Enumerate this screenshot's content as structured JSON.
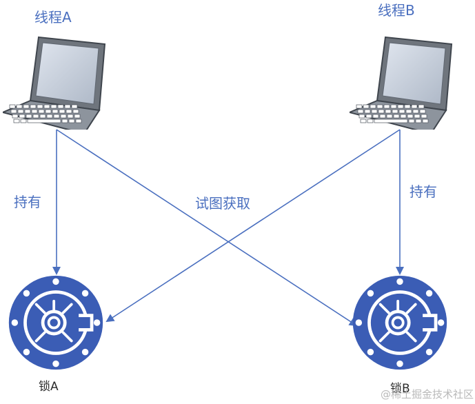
{
  "diagram": {
    "nodes": {
      "thread_a": {
        "label": "线程A"
      },
      "thread_b": {
        "label": "线程B"
      },
      "lock_a": {
        "label": "锁A"
      },
      "lock_b": {
        "label": "锁B"
      }
    },
    "edges": {
      "hold_left": {
        "label": "持有"
      },
      "hold_right": {
        "label": "持有"
      },
      "try_acquire": {
        "label": "试图获取"
      }
    },
    "watermark": "@稀土掘金技术社区"
  },
  "colors": {
    "line": "#4a6fbf",
    "lock_fill": "#3b5db5",
    "label": "#4a6fbf"
  }
}
